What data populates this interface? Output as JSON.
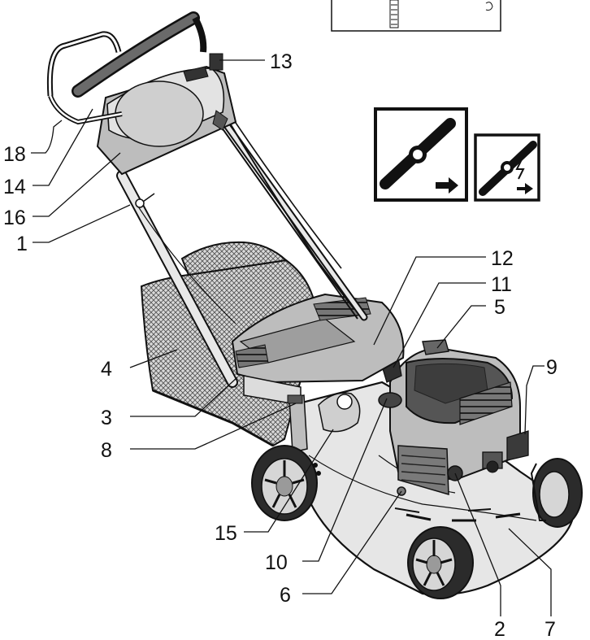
{
  "colors": {
    "line": "#111111",
    "body_light": "#e6e6e6",
    "body_mid": "#bdbdbd",
    "body_dark": "#555555",
    "tire": "#2b2b2b",
    "background": "#ffffff"
  },
  "callouts": [
    {
      "id": "c1",
      "text": "1"
    },
    {
      "id": "c2",
      "text": "2"
    },
    {
      "id": "c3",
      "text": "3"
    },
    {
      "id": "c4",
      "text": "4"
    },
    {
      "id": "c5",
      "text": "5"
    },
    {
      "id": "c6",
      "text": "6"
    },
    {
      "id": "c7",
      "text": "7"
    },
    {
      "id": "c8",
      "text": "8"
    },
    {
      "id": "c9",
      "text": "9"
    },
    {
      "id": "c10",
      "text": "10"
    },
    {
      "id": "c11",
      "text": "11"
    },
    {
      "id": "c12",
      "text": "12"
    },
    {
      "id": "c13",
      "text": "13"
    },
    {
      "id": "c14",
      "text": "14"
    },
    {
      "id": "c15",
      "text": "15"
    },
    {
      "id": "c16",
      "text": "16"
    },
    {
      "id": "c18",
      "text": "18"
    }
  ],
  "icons": {
    "blade_direction": "blade-rotation-arrow-icon",
    "blade_brake": "blade-brake-lightning-icon"
  }
}
